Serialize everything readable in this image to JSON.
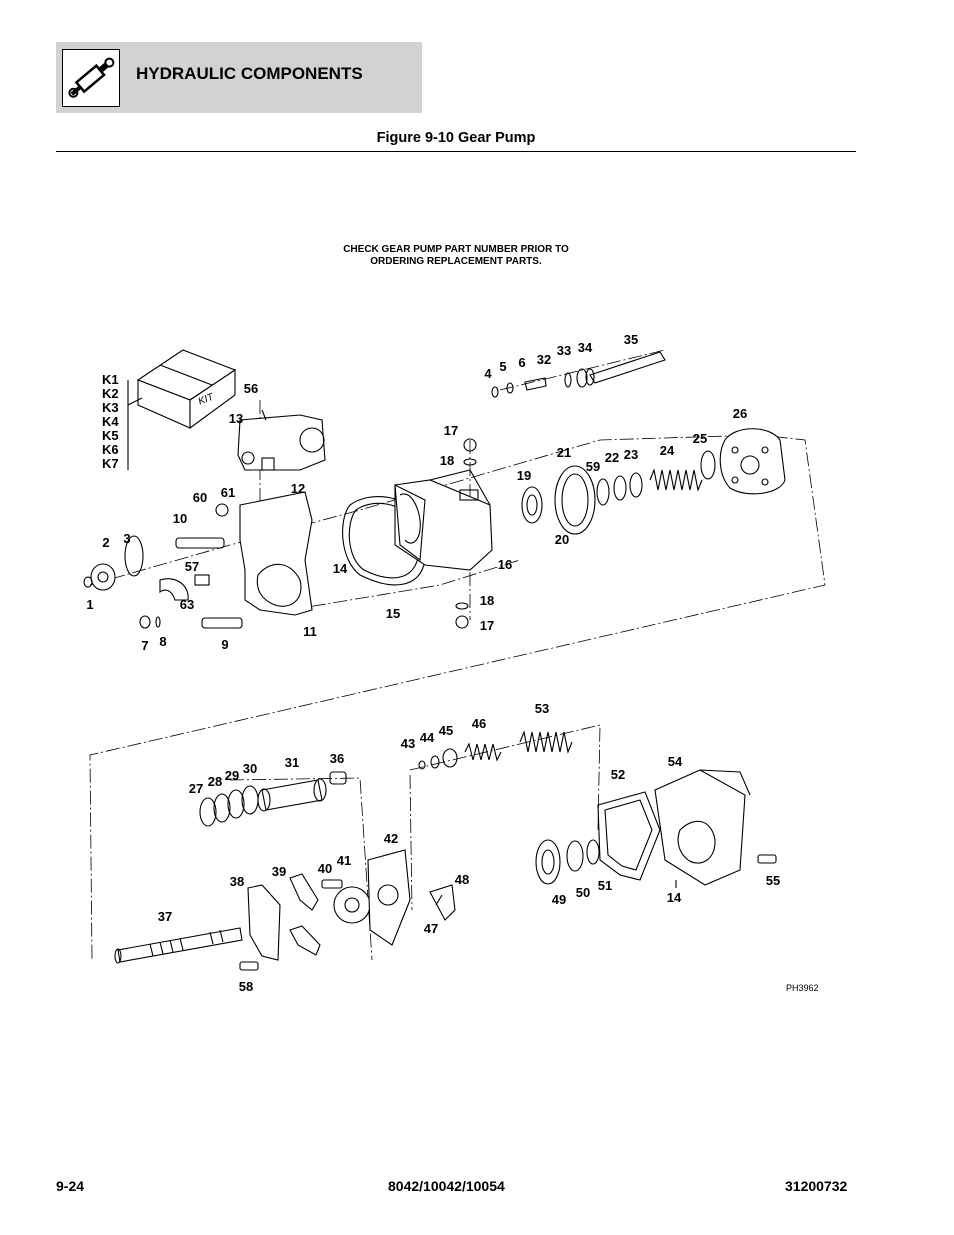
{
  "header": {
    "title": "HYDRAULIC COMPONENTS",
    "icon": "hydraulic-cylinder-icon"
  },
  "figure_title": "Figure 9-10 Gear Pump",
  "note": {
    "line1": "CHECK GEAR PUMP PART NUMBER PRIOR TO",
    "line2": "ORDERING REPLACEMENT PARTS."
  },
  "kit_label": "KIT",
  "kits": [
    "K1",
    "K2",
    "K3",
    "K4",
    "K5",
    "K6",
    "K7"
  ],
  "callouts": [
    "1",
    "2",
    "3",
    "4",
    "5",
    "6",
    "7",
    "8",
    "9",
    "10",
    "11",
    "12",
    "13",
    "14",
    "14",
    "15",
    "16",
    "17",
    "17",
    "18",
    "18",
    "19",
    "20",
    "21",
    "22",
    "23",
    "24",
    "25",
    "26",
    "27",
    "28",
    "29",
    "30",
    "31",
    "32",
    "33",
    "34",
    "35",
    "36",
    "37",
    "38",
    "39",
    "40",
    "41",
    "42",
    "43",
    "44",
    "45",
    "46",
    "47",
    "48",
    "49",
    "50",
    "51",
    "52",
    "53",
    "54",
    "55",
    "56",
    "57",
    "58",
    "59",
    "60",
    "61",
    "63"
  ],
  "drawing_id": "PH3962",
  "footer": {
    "page": "9-24",
    "models": "8042/10042/10054",
    "doc_number": "31200732"
  }
}
